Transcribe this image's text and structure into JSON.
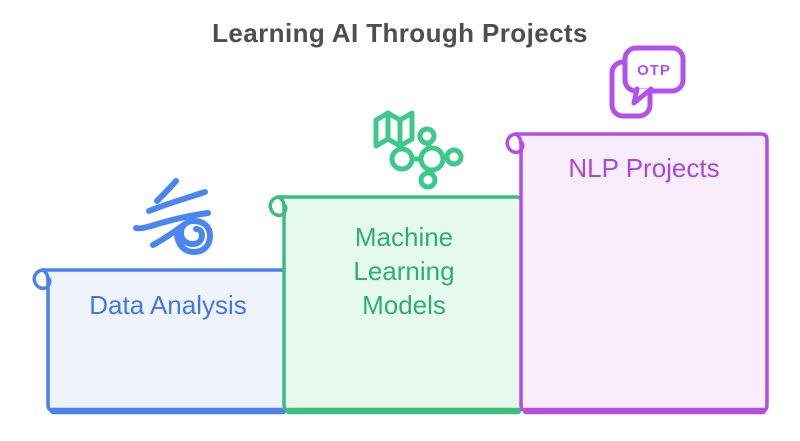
{
  "title": "Learning AI Through Projects",
  "palette": {
    "title_color": "#4e4e52",
    "blue_border": "#4d82e8",
    "blue_fill": "#eef3fd",
    "blue_text": "#4478dd",
    "blue_icon": "#4a86f2",
    "green_border": "#3cbd80",
    "green_fill": "#e6f9ef",
    "green_text": "#2fae72",
    "green_icon": "#3cc98a",
    "purple_border": "#b24fe0",
    "purple_fill": "#f9edfd",
    "purple_text": "#a848d8",
    "purple_icon": "#b252ec"
  },
  "steps": [
    {
      "label": "Data Analysis",
      "icon": "wind-swirl-icon",
      "color": "blue"
    },
    {
      "label": "Machine\nLearning\nModels",
      "icon": "map-network-graph-icon",
      "color": "green"
    },
    {
      "label": "NLP Projects",
      "icon": "otp-chat-phone-icon",
      "color": "purple",
      "badge": "OTP"
    }
  ]
}
